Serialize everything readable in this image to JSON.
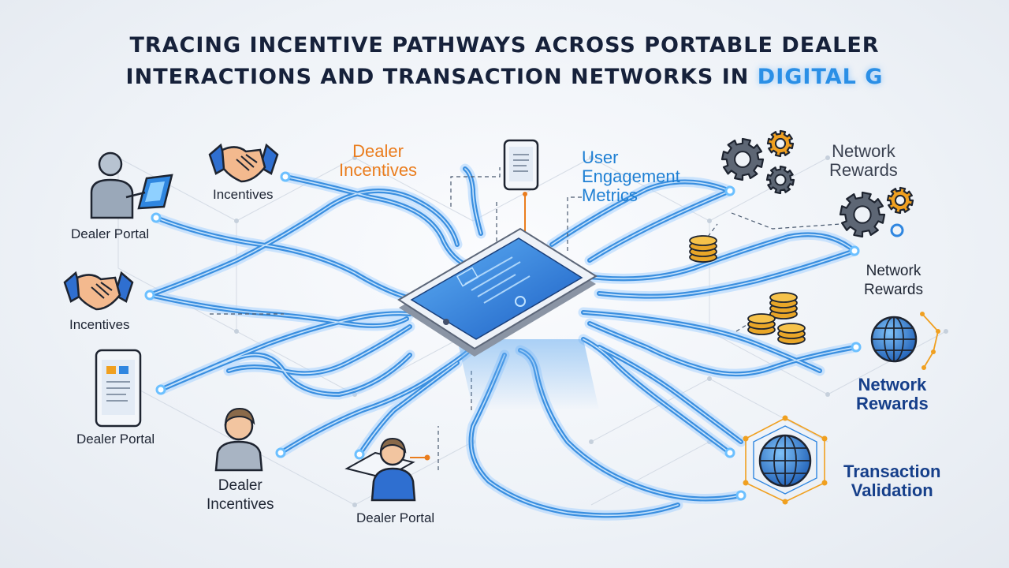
{
  "title": {
    "line1": "TRACING INCENTIVE PATHWAYS ACROSS PORTABLE DEALER",
    "line2_main": "INTERACTIONS AND TRANSACTION NETWORKS IN ",
    "line2_highlight": "DIGITAL G"
  },
  "labels": {
    "dealer_portal_top": "Dealer Portal",
    "incentives_top": "Incentives",
    "dealer_incentives_top": "Dealer\nIncentives",
    "user_engagement": "User\nEngagement\nMetrics",
    "network_rewards_1": "Network\nRewards",
    "incentives_left": "Incentives",
    "network_rewards_2": "Network\nRewards",
    "network_rewards_3": "Network\nRewards",
    "dealer_portal_left": "Dealer Portal",
    "dealer_incentives_bottom": "Dealer\nIncentives",
    "dealer_portal_bottom": "Dealer Portal",
    "transaction_validation": "Transaction\nValidation"
  },
  "colors": {
    "pathway": "#3a8fe0",
    "pathway_glow": "#9fd0ff",
    "title": "#16213a",
    "highlight": "#2a8fe6",
    "orange_accent": "#ea7d1e",
    "blue_accent": "#1f80d4",
    "navy_accent": "#163f8a",
    "coin": "#e9a628",
    "gear_gray": "#5d6674",
    "gear_orange": "#f0a020"
  },
  "icons": {
    "person_tablet": "person-with-tablet-icon",
    "handshake": "handshake-icon",
    "phone": "smartphone-icon",
    "person": "person-icon",
    "gears": "gears-icon",
    "coins": "coin-stack-icon",
    "globe": "globe-network-icon",
    "tablet": "tablet-hub-icon"
  }
}
